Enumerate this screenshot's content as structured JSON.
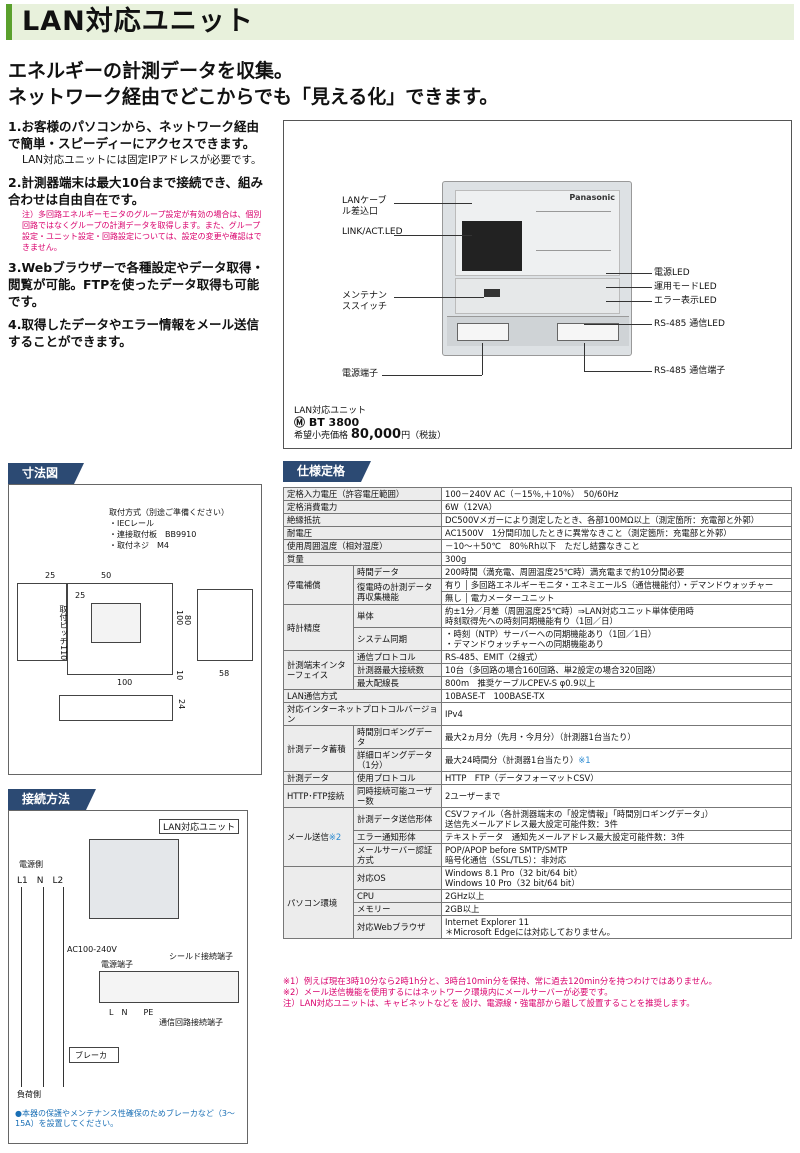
{
  "title": "LAN対応ユニット",
  "headline": [
    "エネルギーの計測データを収集。",
    "ネットワーク経由でどこからでも「見える化」できます。"
  ],
  "features": [
    {
      "main": "1.お客様のパソコンから、ネットワーク経由で簡単・スピーディーにアクセスできます。",
      "sub": "LAN対応ユニットには固定IPアドレスが必要です。"
    },
    {
      "main": "2.計測器端末は最大10台まで接続でき、組み合わせは自由自在です。",
      "note": "注）多回路エネルギーモニタのグループ設定が有効の場合は、個別回路ではなくグループの計測データを取得します。また、グループ設定・ユニット設定・回路設定については、設定の変更や確認はできません。"
    },
    {
      "main": "3.Webブラウザーで各種設定やデータ取得・閲覧が可能。FTPを使ったデータ取得も可能です。"
    },
    {
      "main": "4.取得したデータやエラー情報をメール送信することができます。"
    }
  ],
  "photo": {
    "labels": {
      "lan_cable": "LANケーブル差込口",
      "link_act": "LINK/ACT.LED",
      "maint_switch": "メンテナンススイッチ",
      "power_terminal": "電源端子",
      "power_led": "電源LED",
      "mode_led": "運用モードLED",
      "error_led": "エラー表示LED",
      "rs485_led": "RS-485 通信LED",
      "rs485_terminal": "RS-485 通信端子"
    },
    "device_brand": "Panasonic",
    "product_name": "LAN対応ユニット",
    "model": "Ⓜ BT 3800",
    "price_label": "希望小売価格",
    "price_value": "80,000",
    "price_unit": "円（税抜）"
  },
  "dimensions": {
    "tab": "寸法図",
    "mount_title": "取付方式（別途ご準備ください）",
    "mount_items": [
      "・IECレール",
      "・連接取付板　BB9910",
      "・取付ネジ　M4"
    ],
    "d25a": "25",
    "d50": "50",
    "d25b": "25",
    "d110": "取付ピッチ110",
    "d80": "80",
    "d100v": "100",
    "d100h": "100",
    "d10": "10",
    "d58": "58",
    "d24": "24"
  },
  "connection": {
    "tab": "接続方法",
    "unit_label": "LAN対応ユニット",
    "power_side": "電源側",
    "phases": "L1　N　L2",
    "voltage": "AC100-240V",
    "power_terminal": "電源端子",
    "shield_terminal": "シールド接続端子",
    "terminal_letters": "L　N　　PE",
    "comm_terminal": "通信回路接続端子",
    "breaker": "ブレーカ",
    "load_side": "負荷側",
    "note": "●本器の保護やメンテナンス性確保のためブレーカなど（3～15A）を設置してください。"
  },
  "spec": {
    "tab": "仕様定格",
    "rows": {
      "r1": {
        "h": "定格入力電圧（許容電圧範囲）",
        "v": "100－240V AC（－15％,＋10％）　50/60Hz"
      },
      "r2": {
        "h": "定格消費電力",
        "v": "6W（12VA）"
      },
      "r3": {
        "h": "絶縁抵抗",
        "v": "DC500Vメガーにより測定したとき、各部100MΩ以上（測定箇所：充電部と外郭）"
      },
      "r4": {
        "h": "耐電圧",
        "v": "AC1500V　1分間印加したときに異常なきこと（測定箇所：充電部と外郭）"
      },
      "r5": {
        "h": "使用周囲温度（相対湿度）",
        "v": "－10～＋50℃　80％Rh以下　ただし結露なきこと"
      },
      "r6": {
        "h": "質量",
        "v": "300g"
      },
      "outage": {
        "h": "停電補償",
        "time_h": "時間データ",
        "time_v": "200時間（満充電、周囲温度25℃時）満充電まで約10分間必要",
        "reset_h": "復電時の計測データ再収集機能",
        "yes": "有り",
        "yes_v": "多回路エネルギーモニタ・エネミエールS（通信機能付）・デマンドウォッチャー",
        "no": "無し",
        "no_v": "電力メーターユニット"
      },
      "clock": {
        "h": "時計精度",
        "unit_h": "単体",
        "unit_v1": "約±1分／月差（周囲温度25℃時）⇒LAN対応ユニット単体使用時",
        "unit_v2": "時刻取得先への時刻同期機能有り（1回／日）",
        "sys_h": "システム同期",
        "sys_v1": "・時刻（NTP）サーバーへの同期機能あり（1回／1日）",
        "sys_v2": "・デマンドウォッチャーへの同期機能あり"
      },
      "iface": {
        "h": "計測端末インターフェイス",
        "p_h": "通信プロトコル",
        "p_v": "RS-485、EMIT（2線式）",
        "n_h": "計測器最大接続数",
        "n_v": "10台（多回路の場合160回路、単2設定の場合320回路）",
        "l_h": "最大配線長",
        "l_v": "800m　推奨ケーブルCPEV-S φ0.9以上"
      },
      "lan": {
        "h": "LAN通信方式",
        "v": "10BASE-T　100BASE-TX"
      },
      "ip": {
        "h": "対応インターネットプロトコルバージョン",
        "v": "IPv4"
      },
      "store": {
        "h": "計測データ蓄積",
        "a_h": "時間別ロギングデータ",
        "a_v": "最大2ヵ月分（先月・今月分）（計測器1台当たり）",
        "b_h": "詳細ロギングデータ（1分）",
        "b_v": "最大24時間分（計測器1台当たり）",
        "b_sup": "※1"
      },
      "data": {
        "h": "計測データ",
        "p_h": "使用プロトコル",
        "p_v": "HTTP　FTP（データフォーマットCSV）"
      },
      "http": {
        "h": "HTTP･FTP接続",
        "u_h": "同時接続可能ユーザー数",
        "u_v": "2ユーザーまで"
      },
      "mail": {
        "h": "メール送信",
        "sup": "※2",
        "f_h": "計測データ送信形体",
        "f_v1": "CSVファイル（各計測器端末の「設定情報」「時間別ロギングデータ」）",
        "f_v2": "送信先メールアドレス最大設定可能件数：3件",
        "e_h": "エラー通知形体",
        "e_v": "テキストデータ　通知先メールアドレス最大設定可能件数：3件",
        "a_h": "メールサーバー認証方式",
        "a_v1": "POP/APOP before SMTP/SMTP",
        "a_v2": "暗号化通信（SSL/TLS）：非対応"
      },
      "pc": {
        "h": "パソコン環境",
        "os_h": "対応OS",
        "os_v1": "Windows 8.1 Pro（32 bit/64 bit）",
        "os_v2": "Windows 10 Pro（32 bit/64 bit）",
        "cpu_h": "CPU",
        "cpu_v": "2GHz以上",
        "mem_h": "メモリー",
        "mem_v": "2GB以上",
        "br_h": "対応Webブラウザ",
        "br_v1": "Internet Explorer 11",
        "br_v2": "＊Microsoft Edgeには対応しておりません。"
      }
    },
    "footnotes": [
      "※1）例えば現在3時10分なら2時1h分と、3時台10min分を保持、常に過去120min分を持つわけではありません。",
      "※2）メール送信機能を使用するにはネットワーク環境内にメールサーバーが必要です。",
      "注）LAN対応ユニットは、キャビネットなどを 設け、電源線・強電部から離して設置することを推奨します。"
    ]
  },
  "colors": {
    "title_bg": "#e8f1dc",
    "accent_green": "#5aa02c",
    "tab_navy": "#2c4a73",
    "note_pink": "#d9006c",
    "sup_blue": "#2a8ad2"
  }
}
